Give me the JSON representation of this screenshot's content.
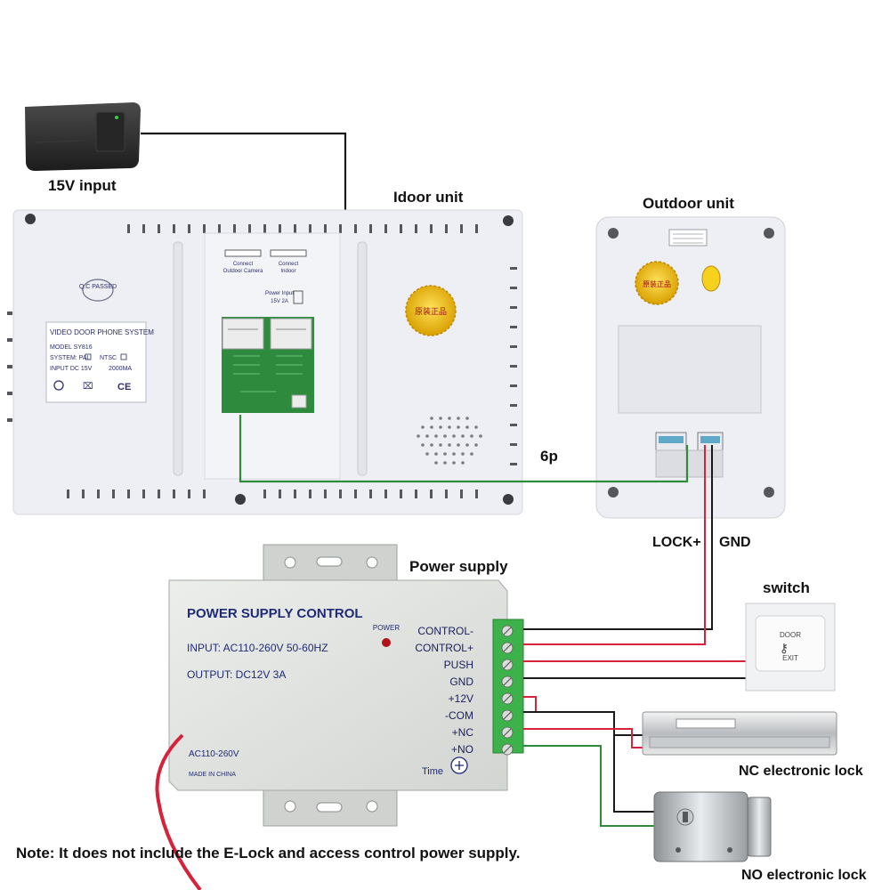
{
  "labels": {
    "adapter": "15V input",
    "indoor_unit": "Idoor unit",
    "outdoor_unit": "Outdoor unit",
    "cable_6p": "6p",
    "lock_plus": "LOCK+",
    "gnd": "GND",
    "power_supply": "Power supply",
    "switch": "switch",
    "nc_lock": "NC electronic lock",
    "no_lock": "NO electronic lock",
    "note": "Note: It does not include the E-Lock and access control power supply."
  },
  "indoor_panel": {
    "system_title": "VIDEO DOOR PHONE SYSTEM",
    "model": "MODEL  SY816",
    "system": "SYSTEM: PAL",
    "ntsc": "NTSC",
    "input": "INPUT   DC 15V",
    "current": "2000MA",
    "ce": "CE",
    "qc_stamp": "Q.C PASSED",
    "connect_camera_1": "Connect",
    "connect_camera_2": "Outdoor Camera",
    "connect_indoor_1": "Connect",
    "connect_indoor_2": "Indoor",
    "power_input_1": "Power Input",
    "power_input_2": "15V 2A",
    "seal_text": "原装正品"
  },
  "outdoor_panel": {
    "seal_text": "原装正品"
  },
  "psu": {
    "title": "POWER SUPPLY CONTROL",
    "input": "INPUT: AC110-260V 50-60HZ",
    "output": "OUTPUT:  DC12V   3A",
    "power_led": "POWER",
    "ac_label": "AC110-260V",
    "made_in": "MADE IN CHINA",
    "time": "Time",
    "terminals": [
      "CONTROL-",
      "CONTROL+",
      "PUSH",
      "GND",
      "+12V",
      "-COM",
      "+NC",
      "+NO"
    ]
  },
  "exit_switch": {
    "top": "DOOR",
    "bottom": "EXIT"
  },
  "colors": {
    "wire_black": "#1a1a1a",
    "wire_red": "#d4233a",
    "wire_green": "#2f8a3a",
    "device_white": "#eeeff4",
    "pcb_green": "#2e8b3e",
    "psu_body": "#e2e4e1",
    "terminal_green": "#3db24a",
    "seal_gold": "#f0c020"
  }
}
